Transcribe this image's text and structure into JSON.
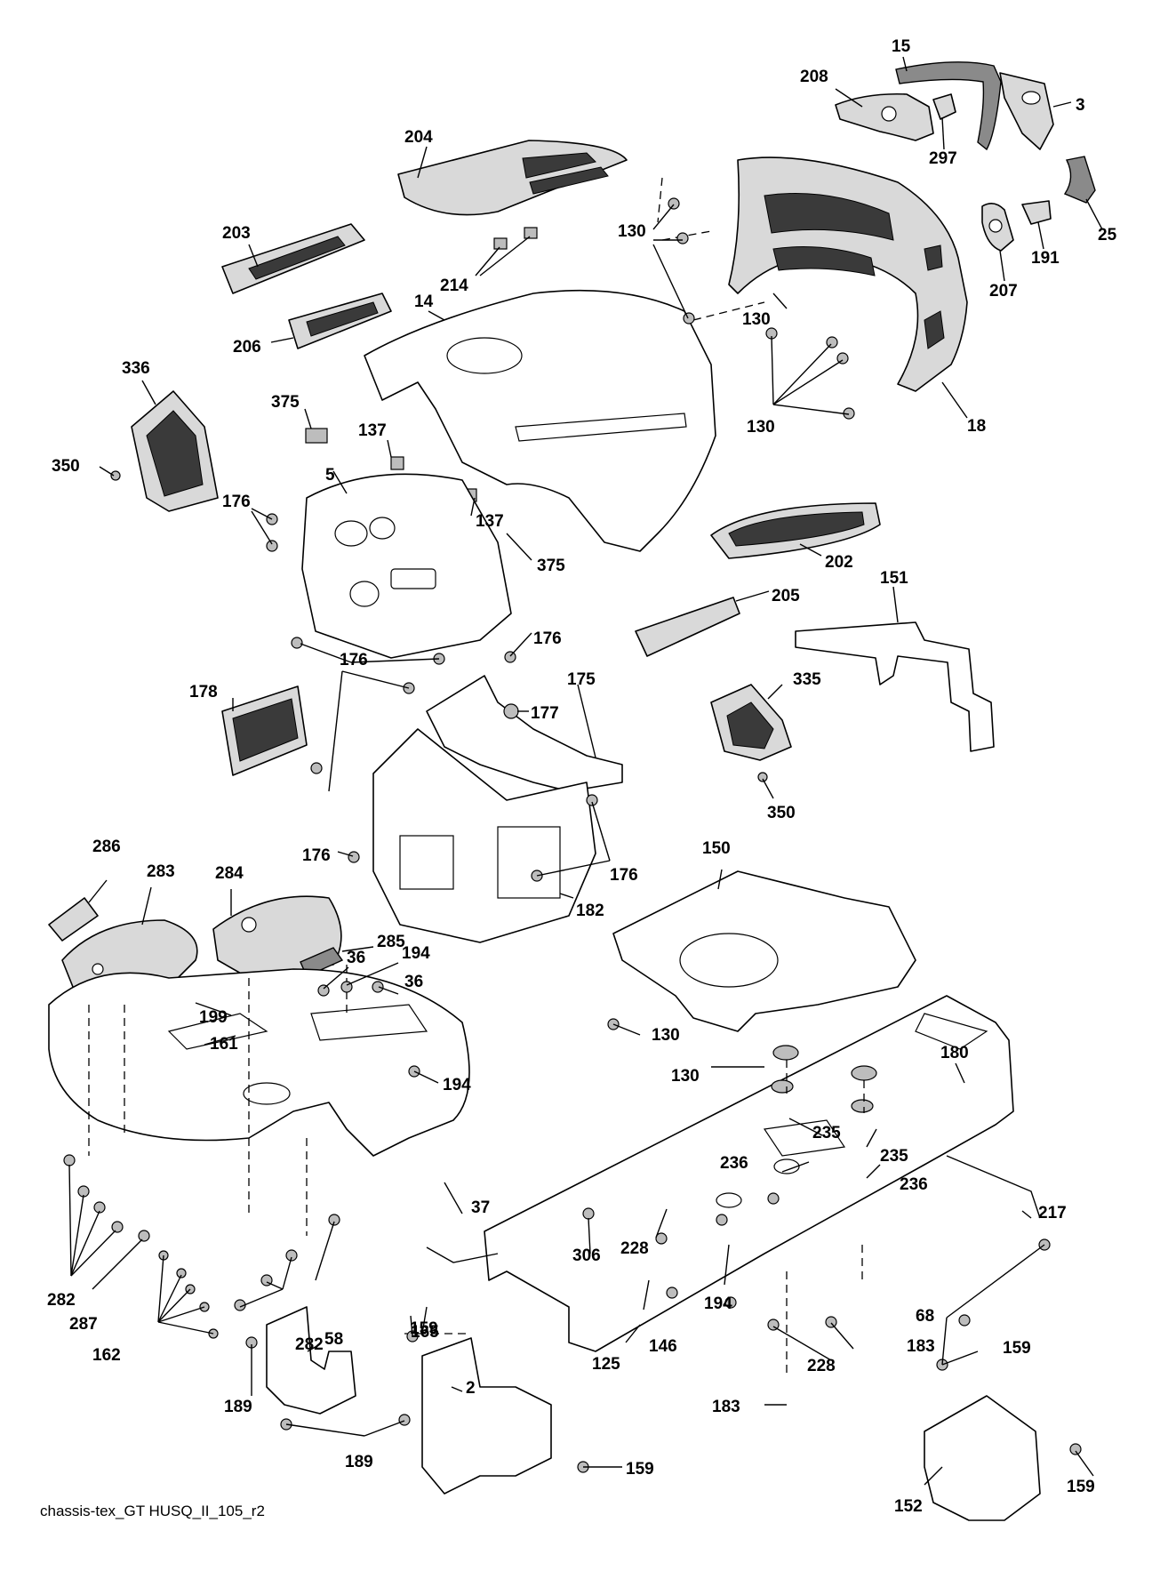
{
  "diagram": {
    "caption": "chassis-tex_GT HUSQ_II_105_r2",
    "labels": [
      "15",
      "208",
      "3",
      "297",
      "204",
      "25",
      "191",
      "207",
      "130",
      "203",
      "214",
      "14",
      "130",
      "206",
      "336",
      "18",
      "130",
      "375",
      "137",
      "350",
      "5",
      "137",
      "176",
      "375",
      "202",
      "205",
      "151",
      "176",
      "176",
      "178",
      "175",
      "177",
      "335",
      "350",
      "176",
      "176",
      "286",
      "283",
      "284",
      "182",
      "150",
      "285",
      "36",
      "194",
      "36",
      "199",
      "161",
      "130",
      "194",
      "130",
      "180",
      "235",
      "236",
      "235",
      "236",
      "37",
      "228",
      "217",
      "306",
      "282",
      "287",
      "194",
      "165",
      "68",
      "162",
      "282",
      "159",
      "146",
      "125",
      "228",
      "183",
      "58",
      "2",
      "183",
      "159",
      "189",
      "189",
      "159",
      "152",
      "159"
    ]
  }
}
